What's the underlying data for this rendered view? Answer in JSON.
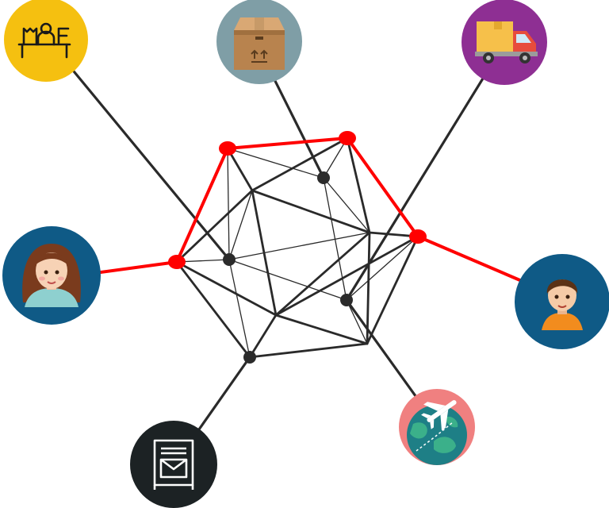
{
  "diagram": {
    "colors": {
      "mesh_edge": "#2a2a2a",
      "hub_node": "#2b2b2b",
      "link_black": "#2a2a2a",
      "link_red": "#ff0000",
      "red_node": "#ff0000"
    },
    "actors": [
      {
        "id": "retail-store",
        "icon": "shop-counter-icon",
        "bg": "#f5c010"
      },
      {
        "id": "package",
        "icon": "cardboard-box-icon",
        "bg": "#7f9ea6"
      },
      {
        "id": "delivery-truck",
        "icon": "truck-icon",
        "bg": "#8e2f93"
      },
      {
        "id": "woman-user",
        "icon": "woman-avatar-icon",
        "bg": "#0f5a86"
      },
      {
        "id": "man-user",
        "icon": "man-avatar-icon",
        "bg": "#0f5a86"
      },
      {
        "id": "parcel-locker",
        "icon": "mailbox-icon",
        "bg": "#1c2224"
      },
      {
        "id": "air-freight",
        "icon": "globe-airplane-icon",
        "bg": "#f08080"
      }
    ]
  }
}
